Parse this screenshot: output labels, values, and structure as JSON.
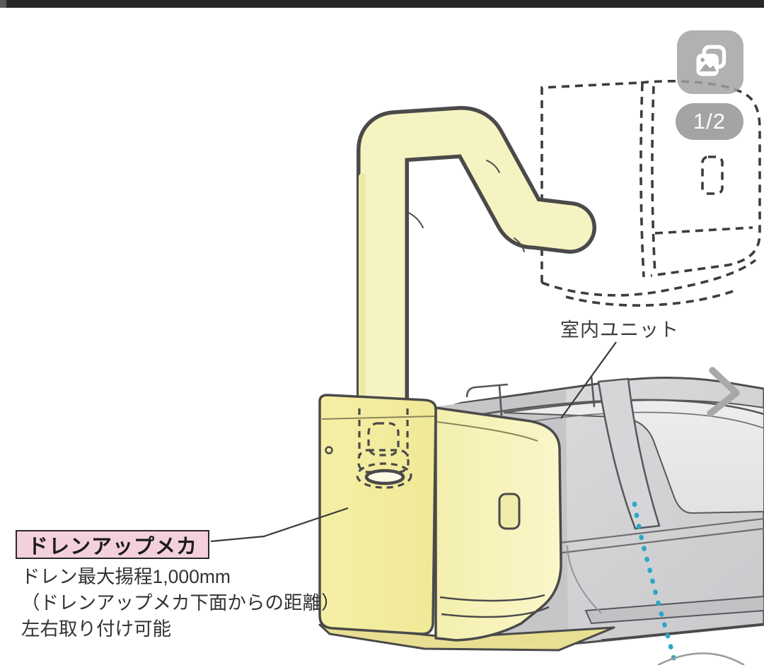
{
  "viewer": {
    "gallery_badge": {
      "icon": "photos-icon",
      "counter": "1/2"
    },
    "next_control": {
      "icon": "chevron-right-icon"
    }
  },
  "diagram": {
    "callout": {
      "title": "ドレンアップメカ",
      "specs": [
        "ドレン最大揚程1,000mm",
        "（ドレンアップメカ下面からの距離）",
        "左右取り付け可能"
      ]
    },
    "part_labels": {
      "indoor_unit": "室内ユニット"
    },
    "colors": {
      "top_bar": "#282828",
      "callout_bg": "#f4d0de",
      "pipe_yellow": "#f6f3c2",
      "mechanism_yellow_left": "#f3eda0",
      "mechanism_yellow_right": "#f8f4c4",
      "mechanism_base_yellow": "#e9df92",
      "unit_gray": "#d2d2d5",
      "unit_panel_gray": "#eaeaec",
      "outline_gray": "#4a4a4a",
      "drain_path_cyan": "#2ba7c9",
      "badge_gray": "#a0a0a0"
    }
  }
}
